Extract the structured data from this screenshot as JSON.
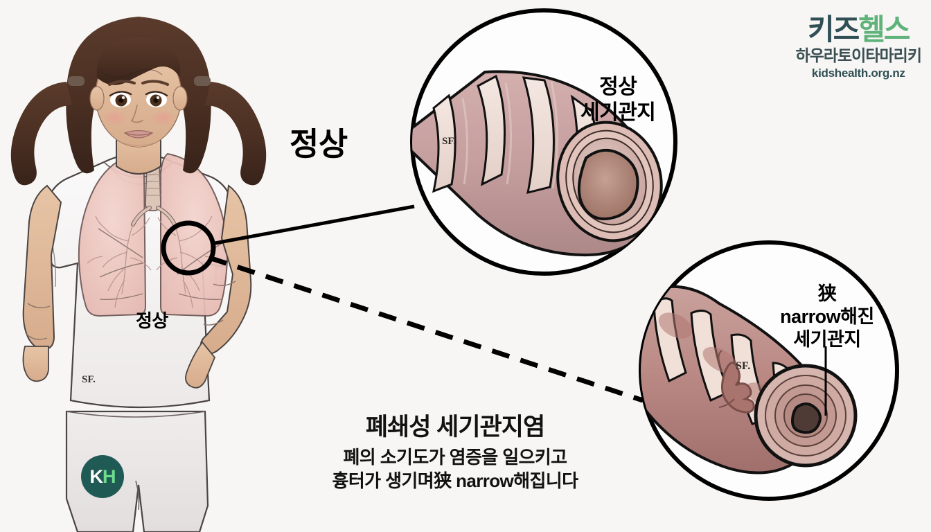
{
  "page": {
    "background_color": "#f7f6f4",
    "ink_color": "#000000"
  },
  "logo": {
    "wordmark_part1": "키즈",
    "wordmark_part2": "헬스",
    "maori_name": "하우라토이타마리키",
    "url": "kidshealth.org.nz",
    "color_dark": "#2f4f55",
    "color_green": "#5fb37a"
  },
  "figure": {
    "alt_label": "정상",
    "shirt_label": "정상",
    "badge": {
      "letter1": "K",
      "letter2": "H",
      "bg_color": "#205a55"
    },
    "signature": "SF."
  },
  "callouts": {
    "normal_heading": "정상",
    "normal_circle": {
      "label_line1": "정상",
      "label_line2": "세기관지",
      "signature": "SF."
    },
    "narrow_circle": {
      "label_line1": "狭",
      "label_line2": "narrow해진",
      "label_line3": "세기관지",
      "signature": "SF."
    }
  },
  "caption": {
    "title": "폐쇄성 세기관지염",
    "line1": "폐의 소기도가 염증을 일으키고",
    "line2": "흉터가 생기며狭 narrow해집니다"
  }
}
